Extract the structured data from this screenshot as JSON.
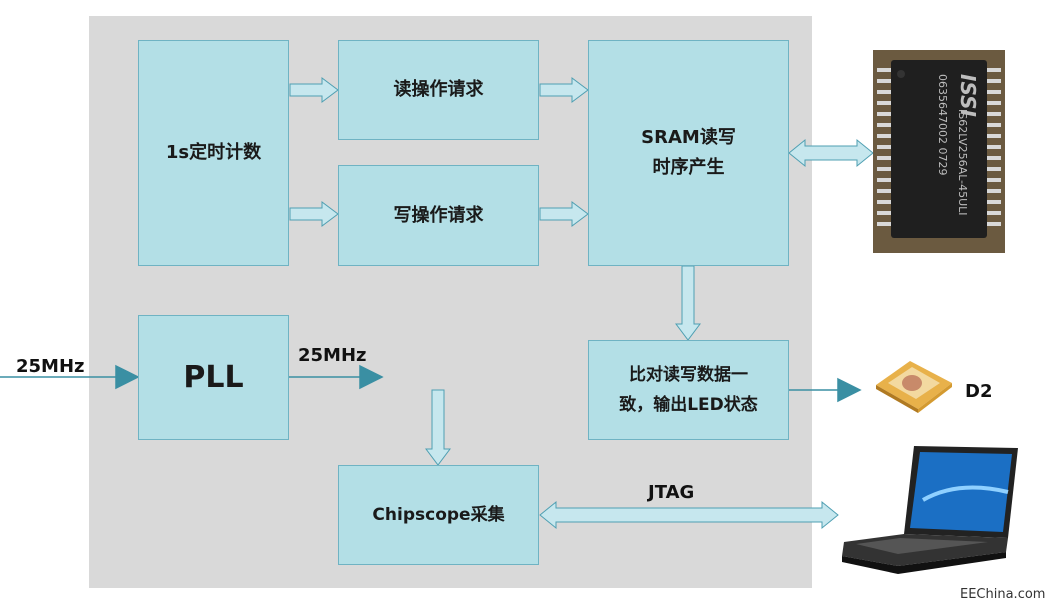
{
  "blocks": {
    "timer": "1s定时计数",
    "read_req": "读操作请求",
    "write_req": "写操作请求",
    "sram_line1": "SRAM读写",
    "sram_line2": "时序产生",
    "pll": "PLL",
    "compare_line1": "比对读写数据一",
    "compare_line2": "致，输出LED状态",
    "chipscope": "Chipscope采集"
  },
  "labels": {
    "clock_in": "25MHz",
    "clock_out": "25MHz",
    "led": "D2",
    "jtag": "JTAG",
    "chip_marking_1": "ISSI",
    "chip_marking_2": "IS62LV256AL-45ULI",
    "chip_marking_3": "0635647002 0729"
  },
  "credit": "EEChina.com",
  "colors": {
    "panel": "#d9d9d9",
    "block_fill": "#b3dfe6",
    "arrow_fill": "#c6e7ee",
    "arrow_stroke": "#4f9fb2",
    "line": "#3a8fa3"
  },
  "icons": [
    "sram-chip-icon",
    "led-icon",
    "laptop-icon"
  ]
}
